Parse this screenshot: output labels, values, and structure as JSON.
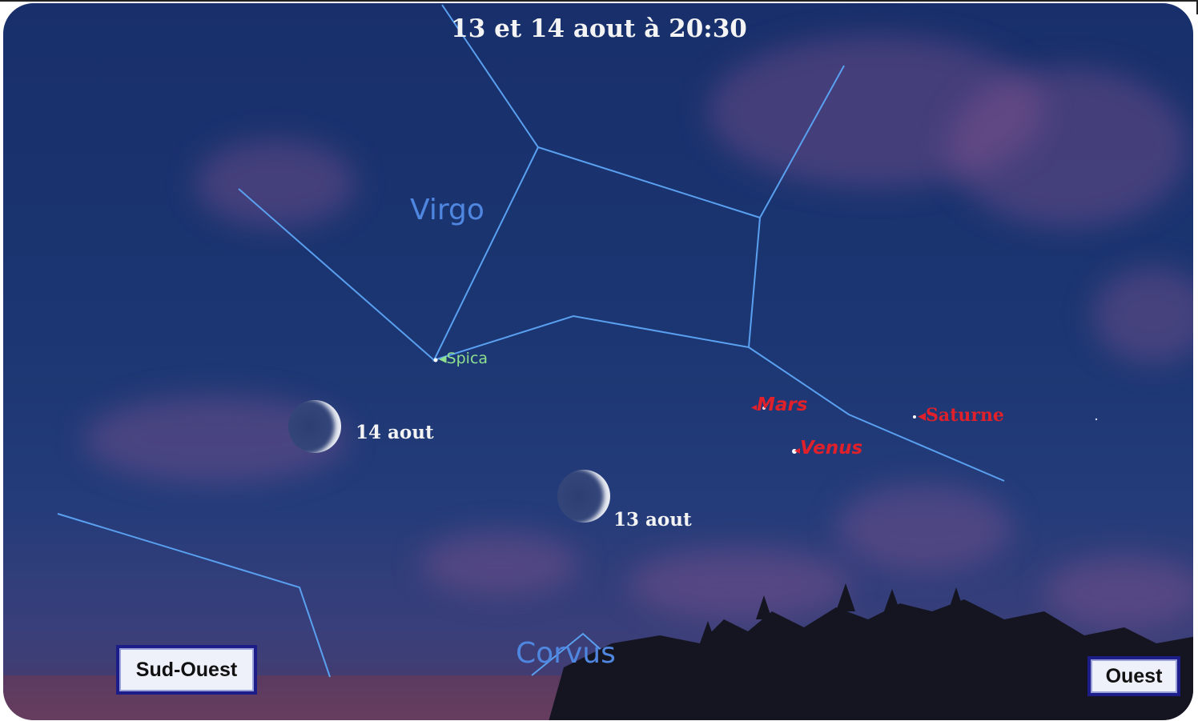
{
  "title": "13 et 14 aout à 20:30",
  "constellations": {
    "virgo": "Virgo",
    "corvus": "Corvus"
  },
  "star": {
    "spica": "Spica"
  },
  "planets": {
    "mars": "Mars",
    "venus": "Venus",
    "saturne": "Saturne"
  },
  "moons": {
    "aug14": "14 aout",
    "aug13": "13 aout"
  },
  "directions": {
    "southwest": "Sud-Ouest",
    "west": "Ouest"
  },
  "colors": {
    "sky": "#1b3672",
    "constellation_line": "#5aa0f0",
    "planet_label": "#e0202a",
    "star_label": "#8fe08f"
  }
}
